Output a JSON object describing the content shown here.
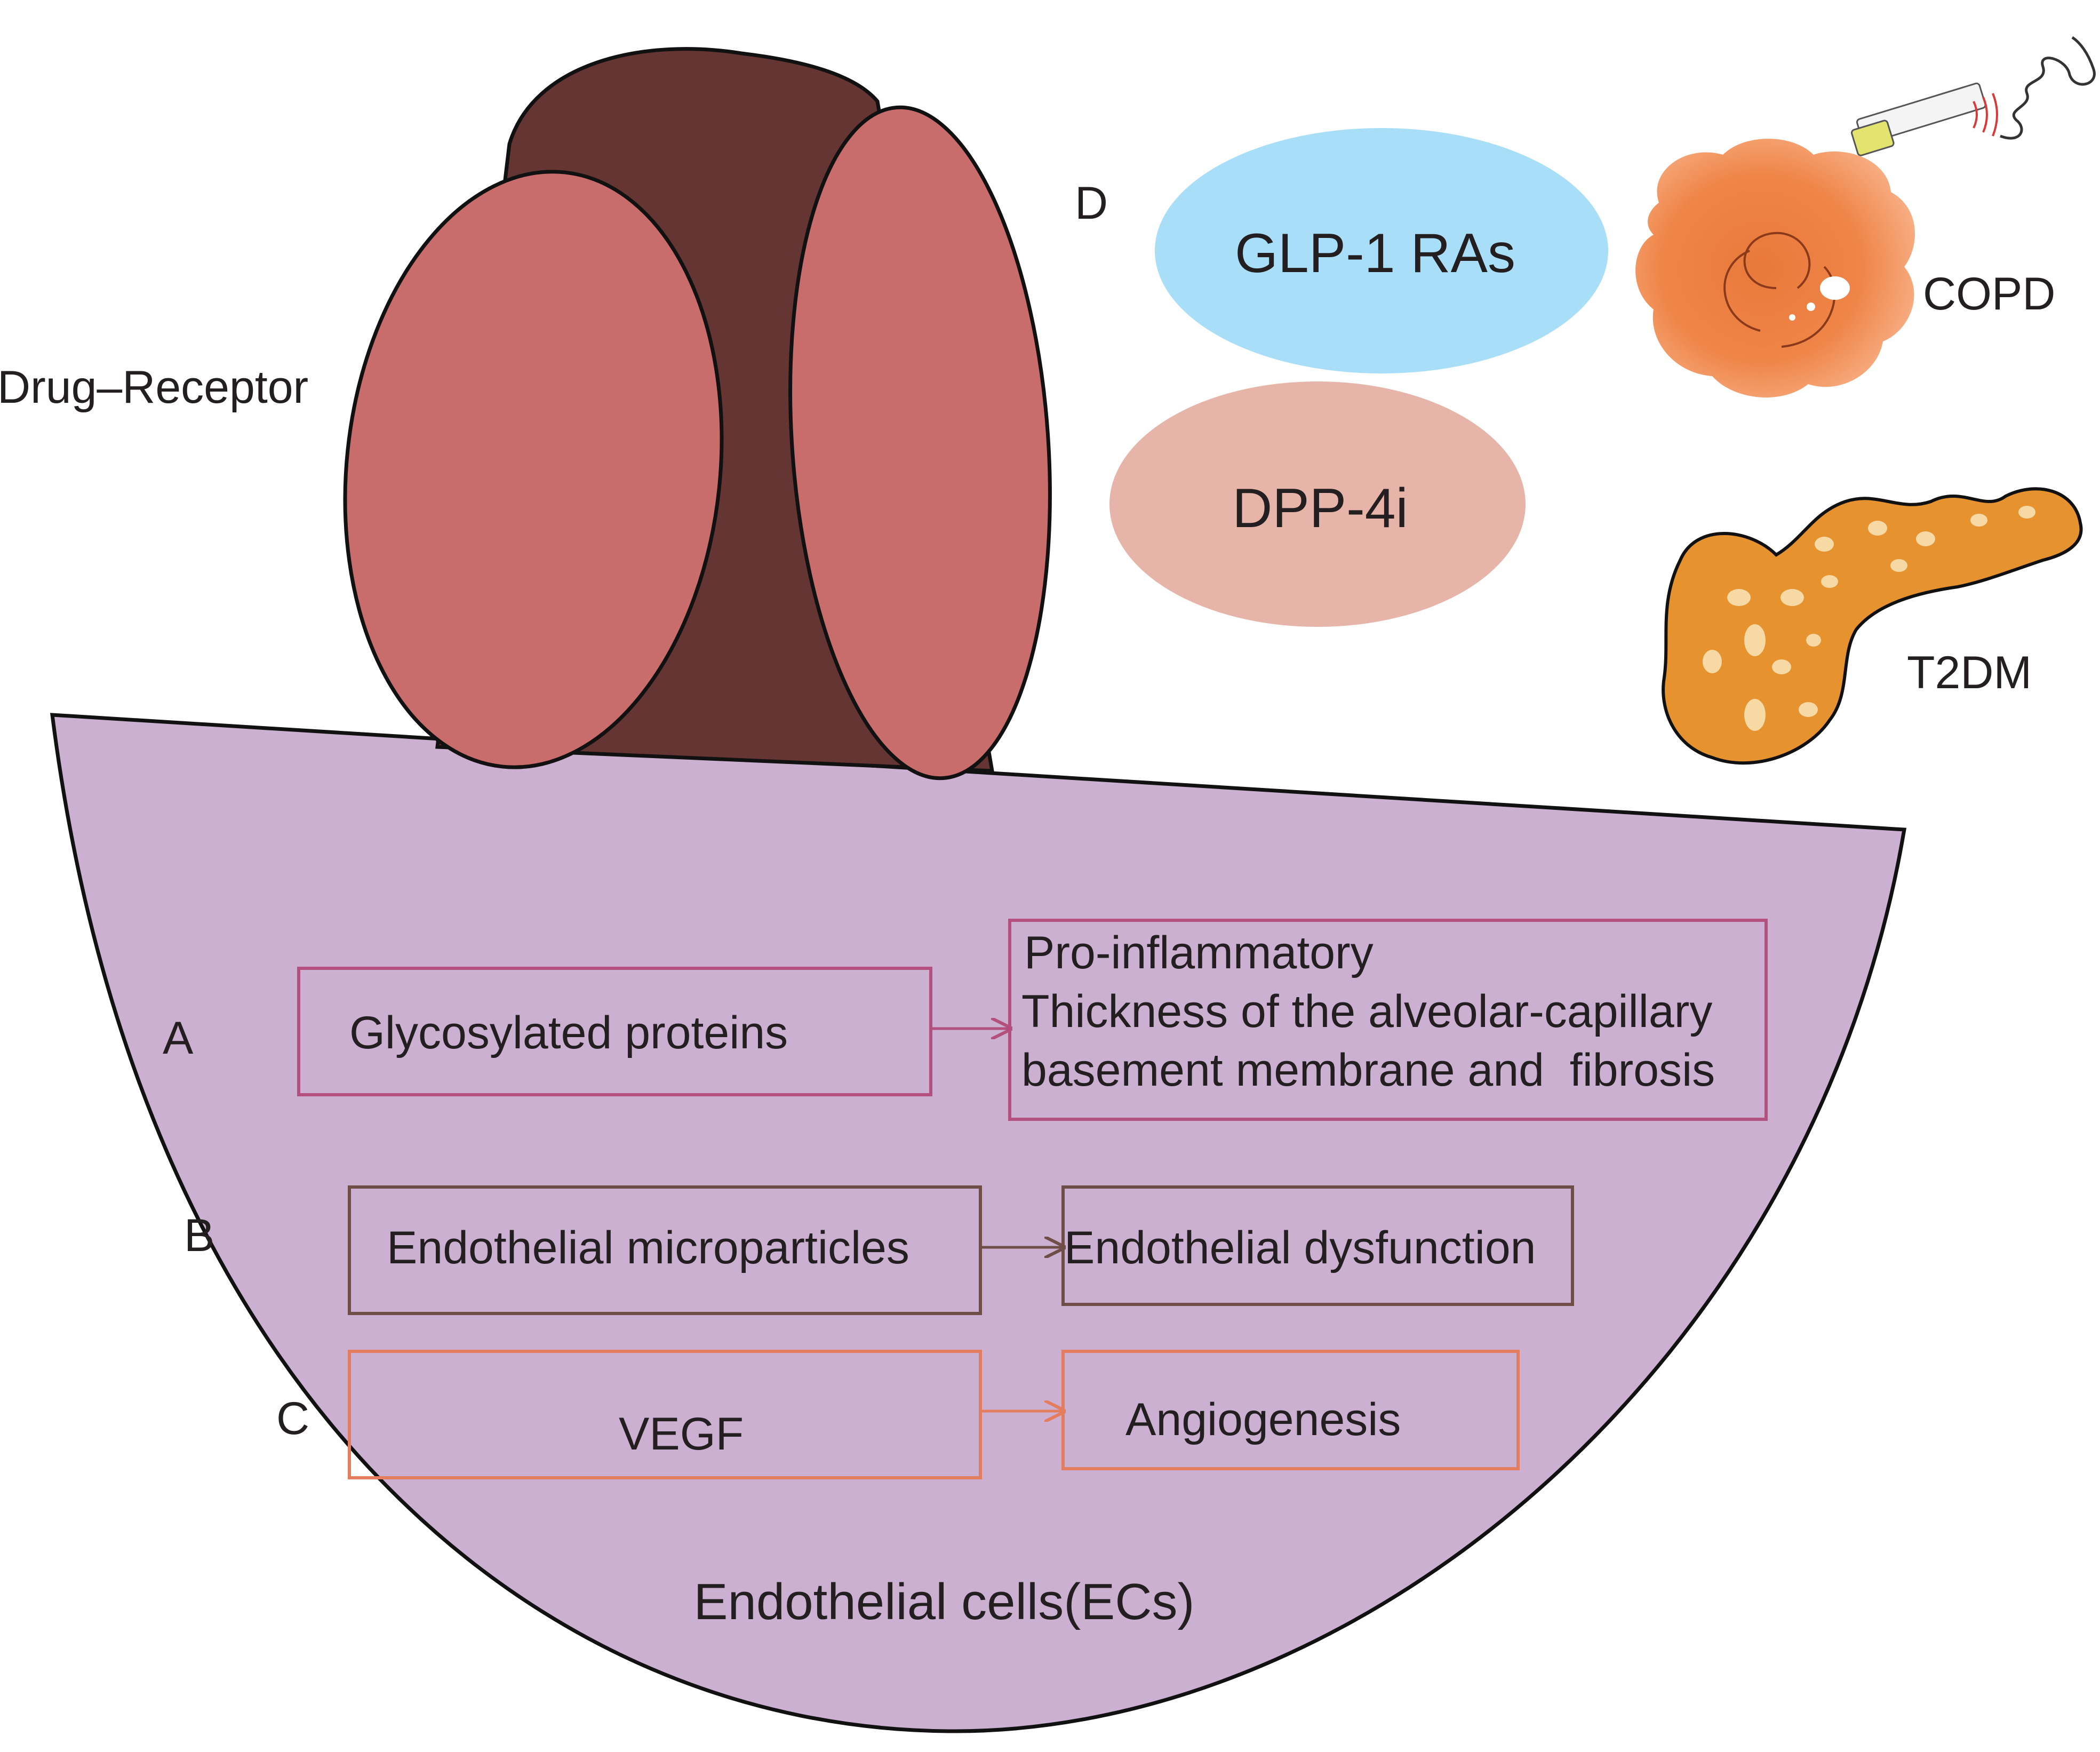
{
  "receptor": {
    "label": "Drug–Receptor",
    "colors": {
      "core": "#653533",
      "lobe": "#c86d6b"
    }
  },
  "drugs": {
    "panel_letter": "D",
    "glp1": {
      "label": "GLP-1 RAs",
      "color": "#a9def8"
    },
    "dpp4": {
      "label": "DPP-4i",
      "color": "#e6b4a8"
    }
  },
  "diseases": {
    "copd": {
      "label": "COPD",
      "icon": "lung-icon"
    },
    "t2dm": {
      "label": "T2DM",
      "icon": "pancreas-icon"
    },
    "cigarette": {
      "icon": "cigarette-icon"
    }
  },
  "cell": {
    "label": "Endothelial cells(ECs)",
    "color": "#cbb0d1"
  },
  "pathways": [
    {
      "letter": "A",
      "source": "Glycosylated proteins",
      "effects": [
        "Pro-inflammatory",
        "Thickness of the alveolar-capillary",
        "basement membrane and  fibrosis"
      ],
      "color": "#b3507e"
    },
    {
      "letter": "B",
      "source": "Endothelial microparticles",
      "effects": [
        "Endothelial dysfunction"
      ],
      "color": "#6e4e46"
    },
    {
      "letter": "C",
      "source": "VEGF",
      "effects": [
        "Angiogenesis"
      ],
      "color": "#e47d5e"
    }
  ]
}
